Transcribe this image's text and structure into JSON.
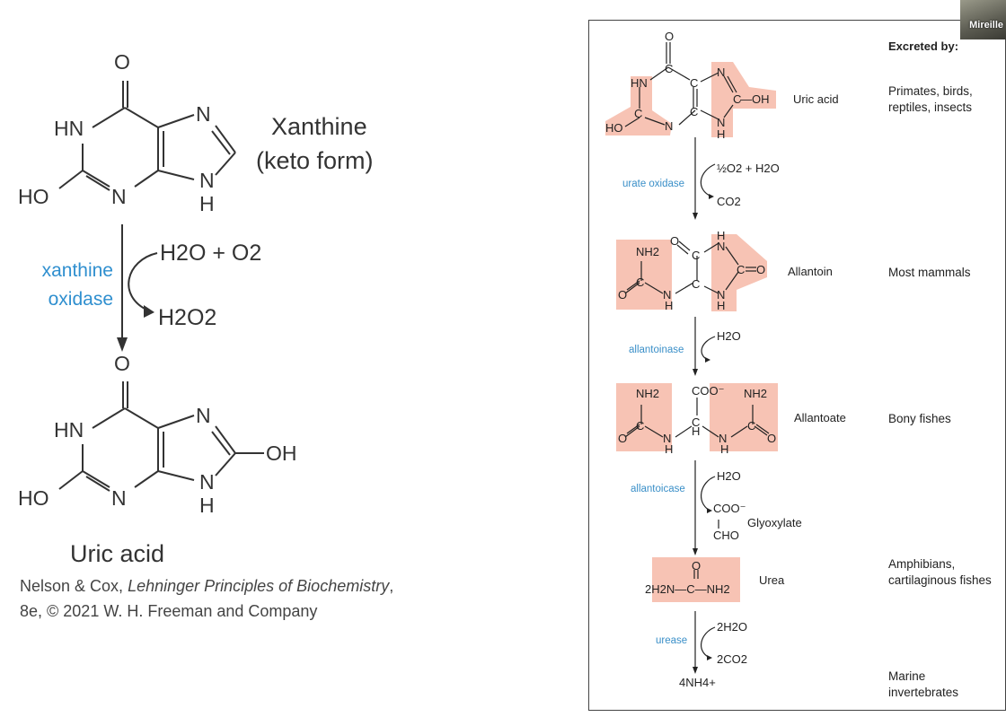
{
  "left": {
    "xanthine_name": "Xanthine",
    "xanthine_form": "(keto form)",
    "atoms_top": {
      "o": "O",
      "hn": "HN",
      "n_right": "N",
      "ho": "HO",
      "n_bottom": "N",
      "n9": "N",
      "h9": "H"
    },
    "reagent_in": "H2O + O2",
    "reagent_out": "H2O2",
    "enzyme_line1": "xanthine",
    "enzyme_line2": "oxidase",
    "atoms_bottom": {
      "o": "O",
      "hn": "HN",
      "n_right": "N",
      "oh": "OH",
      "ho": "HO",
      "n_bottom": "N",
      "n9": "N",
      "h9": "H"
    },
    "uric_acid_name": "Uric acid",
    "citation_line1_a": "Nelson & Cox, ",
    "citation_line1_title": "Lehninger Principles of Biochemistry",
    "citation_line1_b": ",",
    "citation_line2": "8e, © 2021 W. H. Freeman and Company"
  },
  "panel": {
    "header": "Excreted by:",
    "compounds": [
      {
        "name": "Uric acid",
        "excreted": "Primates, birds, reptiles, insects"
      },
      {
        "name": "Allantoin",
        "excreted": "Most mammals"
      },
      {
        "name": "Allantoate",
        "excreted": "Bony fishes"
      },
      {
        "name": "Urea",
        "excreted": "Amphibians, cartilaginous fishes"
      },
      {
        "name": "",
        "excreted": "Marine invertebrates"
      }
    ],
    "steps": [
      {
        "enzyme": "urate oxidase",
        "in": "½O2 + H2O",
        "out": "CO2"
      },
      {
        "enzyme": "allantoinase",
        "in": "H2O",
        "out": ""
      },
      {
        "enzyme": "allantoicase",
        "in": "H2O",
        "out": "COO⁻",
        "side_product": "Glyoxylate",
        "side_extra": "CHO"
      },
      {
        "enzyme": "urease",
        "in": "2H2O",
        "out": "2CO2"
      }
    ],
    "uric_atoms": {
      "o": "O",
      "hn": "HN",
      "c1": "C",
      "c2": "C",
      "c3": "C",
      "c4": "C",
      "c5": "C",
      "n1": "N",
      "n2": "N",
      "oh": "—OH",
      "ho": "HO",
      "nh": "N",
      "h": "H"
    },
    "allantoin_atoms": {
      "nh2": "NH2",
      "o1": "O",
      "c1": "C",
      "c2": "C",
      "c3": "C",
      "c4": "C",
      "n1": "N",
      "n2": "N",
      "n3": "N",
      "h1": "H",
      "h2": "H",
      "h3": "H",
      "o2": "O",
      "o3": "O"
    },
    "allantoate_atoms": {
      "nh2a": "NH2",
      "coo": "COO⁻",
      "nh2b": "NH2",
      "c1": "C",
      "c2": "C",
      "c3": "C",
      "o1": "O",
      "o2": "O",
      "n1": "N",
      "n2": "N",
      "h1": "H",
      "h2": "H",
      "h3": "H"
    },
    "urea_atoms": {
      "o": "O",
      "formula": "2H2N—C—NH2"
    },
    "final_product": "4NH4+"
  },
  "webcam": {
    "name": "Mireille"
  },
  "colors": {
    "highlight": "#f7c3b4",
    "enzyme": "#3a8fc8",
    "left_enzyme": "#2f8fcf"
  }
}
